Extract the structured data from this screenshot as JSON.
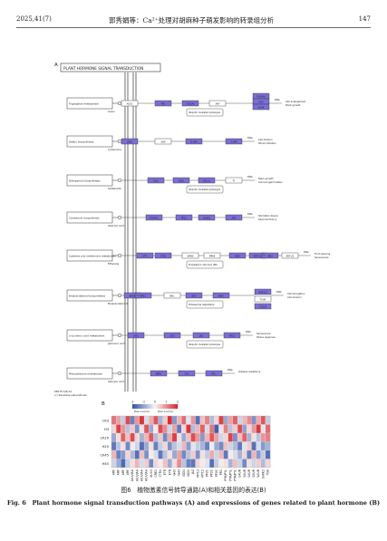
{
  "header": {
    "left": "2025,41(7)",
    "center": "郭秀娟等：Ca²⁺处理对胡麻种子萌发影响的转录组分析",
    "right": "147"
  },
  "panel_a": {
    "label": "A",
    "title": "PLANT HORMONE SIGNAL TRANSDUCTION",
    "footer_1": "04075 4/4/14",
    "footer_2": "(c) Kanehisa Laboratories",
    "pathways": [
      {
        "source": "Tryptophan metabolism",
        "hormone": "Auxin",
        "nodes": [
          "AUX1",
          "TIR1",
          "AUX/IAA",
          "ARF",
          "AUX/IAA",
          "GH3",
          "SAUR"
        ],
        "note": "Ubiquitin mediated proteolysis",
        "response": "Cell enlargement Plant growth"
      },
      {
        "source": "Zeatin biosynthesis",
        "hormone": "Cytokinine",
        "nodes": [
          "CRE1",
          "AHP",
          "B-ARR",
          "A-ARR"
        ],
        "note": "",
        "response": "Cell division Shoot initiation"
      },
      {
        "source": "Diterpenoid biosynthesis",
        "hormone": "Gibberellin",
        "nodes": [
          "GID1",
          "GID2",
          "DELLA",
          "TF"
        ],
        "note": "Ubiquitin mediated proteolysis",
        "response": "Stem growth Induced germination"
      },
      {
        "source": "Carotenoid biosynthesis",
        "hormone": "Abscisic acid",
        "nodes": [
          "PYR/PYL",
          "PP2C",
          "SnRK2",
          "ABF"
        ],
        "note": "",
        "response": "Stomatal closure Seed dormancy"
      },
      {
        "source": "Cysteine and methionine metabolism",
        "hormone": "Ethylene",
        "nodes": [
          "ETR",
          "CTR1",
          "SIMKK",
          "MPK6",
          "EIN2",
          "EBF1/2",
          "EIN3",
          "ERF1/2"
        ],
        "note": "Endoplasmic reticulum (ER)",
        "response": "Fruit ripening Senescence"
      },
      {
        "source": "Brassinosteroid biosynthesis",
        "hormone": "Brassinosteroid",
        "nodes": [
          "BAK1",
          "BRI1",
          "BKI1",
          "BSK",
          "BIN2",
          "BZR1/2",
          "TCH4",
          "CYCD3"
        ],
        "note": "Proteasomal degradation",
        "response": "Cell elongation Cell division"
      },
      {
        "source": "α-Linolenic acid metabolism",
        "hormone": "Jasmonic acid",
        "nodes": [
          "JAR1",
          "COI1",
          "JAZ",
          "MYC2"
        ],
        "note": "Ubiquitin mediated proteolysis",
        "response": "Senescence Stress response"
      },
      {
        "source": "Phenylalanine metabolism",
        "hormone": "Salicylic acid",
        "nodes": [
          "NPR1",
          "TGA",
          "PR-1"
        ],
        "note": "",
        "response": "Disease resistance"
      }
    ],
    "dna_label": "DNA"
  },
  "panel_b": {
    "label": "B",
    "scale_ticks": [
      "-2",
      "-1",
      "0",
      "1",
      "2"
    ],
    "row_z": "Row z-score",
    "rows": [
      "CK3",
      "H3",
      "CK20",
      "H20",
      "CK45",
      "H45"
    ],
    "columns": [
      "ARF",
      "ARF",
      "ARF",
      "ARF",
      "AUX/IAA",
      "AUX/IAA",
      "AUX/IAA",
      "AUX/IAA",
      "AUX1",
      "CRE1",
      "CTR1",
      "ETR",
      "ETR",
      "GH3",
      "GH3",
      "GID1",
      "GID1",
      "JAZ",
      "MYC2",
      "MYC2",
      "PP2C",
      "PP2C",
      "PP2C",
      "PR1",
      "PYR/PYL",
      "PYR/PYL",
      "PYR/PYL",
      "SAUR",
      "SAUR",
      "SAUR",
      "SAUR",
      "SAUR",
      "SnRK2",
      "TGA"
    ],
    "values": [
      [
        1.2,
        0.8,
        -0.5,
        1.6,
        -1.4,
        0.9,
        1.8,
        -0.3,
        0.7,
        1.5,
        -0.8,
        0.4,
        1.9,
        -1.1,
        0.6,
        1.3,
        -0.2,
        0.9,
        -1.6,
        0.5,
        1.1,
        -0.7,
        0.3,
        1.7,
        -0.9,
        0.8,
        1.4,
        -0.4,
        0.6,
        1.0,
        -1.2,
        0.7,
        1.5,
        -0.5
      ],
      [
        0.3,
        1.7,
        0.9,
        -0.6,
        0.4,
        -1.2,
        0.2,
        1.5,
        -0.9,
        0.1,
        1.6,
        1.0,
        -0.4,
        0.8,
        -1.5,
        0.3,
        1.8,
        -0.7,
        0.6,
        1.4,
        -0.3,
        1.2,
        -1.8,
        0.2,
        1.1,
        -0.6,
        0.4,
        1.6,
        -1.0,
        0.3,
        0.9,
        1.8,
        -0.2,
        1.3
      ],
      [
        -0.9,
        0.2,
        1.4,
        0.5,
        1.6,
        0.3,
        -0.8,
        0.6,
        1.5,
        -0.7,
        0.4,
        -1.3,
        0.7,
        1.7,
        0.2,
        -0.9,
        0.5,
        1.6,
        0.9,
        -1.1,
        0.6,
        1.5,
        0.8,
        -0.4,
        0.3,
        1.7,
        -1.2,
        0.5,
        1.4,
        -0.8,
        0.2,
        -0.6,
        0.9,
        1.1
      ],
      [
        -1.5,
        -0.6,
        0.2,
        -1.3,
        0.1,
        -0.4,
        -1.6,
        -0.9,
        0.2,
        -1.4,
        -0.5,
        0.3,
        -1.2,
        -0.6,
        -0.3,
        0.6,
        -1.1,
        -0.2,
        -0.5,
        -0.8,
        -1.4,
        -0.1,
        -0.9,
        -1.3,
        0.5,
        -0.4,
        -0.7,
        -1.5,
        -0.2,
        0.4,
        -1.6,
        -0.3,
        -1.1,
        -0.8
      ],
      [
        0.6,
        -1.4,
        -1.1,
        0.3,
        -0.7,
        -1.6,
        0.5,
        -1.2,
        0.1,
        -0.3,
        -1.5,
        -0.6,
        0.2,
        -0.9,
        0.8,
        -1.3,
        -0.6,
        0.4,
        -1.2,
        0.2,
        -0.5,
        0.7,
        -0.4,
        0.6,
        -1.5,
        0.1,
        -0.3,
        -0.8,
        0.3,
        -1.4,
        0.6,
        -1.1,
        -0.5,
        -1.6
      ],
      [
        -0.4,
        -0.9,
        -1.7,
        -0.5,
        0.2,
        0.6,
        -0.3,
        0.4,
        -1.3,
        0.3,
        0.1,
        0.5,
        -0.9,
        0.2,
        1.0,
        -0.6,
        -1.4,
        -1.5,
        0.3,
        0.1,
        -0.2,
        -1.6,
        -0.5,
        0.1,
        0.2,
        -0.8,
        0.5,
        -0.4,
        -1.3,
        0.2,
        -0.4,
        0.4,
        -0.7,
        0.3
      ]
    ],
    "colors": {
      "low": "#2f4fa8",
      "mid": "#f5f5f5",
      "high": "#d6232a"
    }
  },
  "caption": {
    "zh": "图6　植物激素信号转导通路(A)和相关基因的表达(B)",
    "en": "Fig. 6　Plant hormone signal transduction pathways (A) and expressions of genes related to plant hormone (B)"
  },
  "colors": {
    "node_highlight": "#7a6ed6",
    "node_plain": "#ffffff",
    "line": "#333333"
  }
}
